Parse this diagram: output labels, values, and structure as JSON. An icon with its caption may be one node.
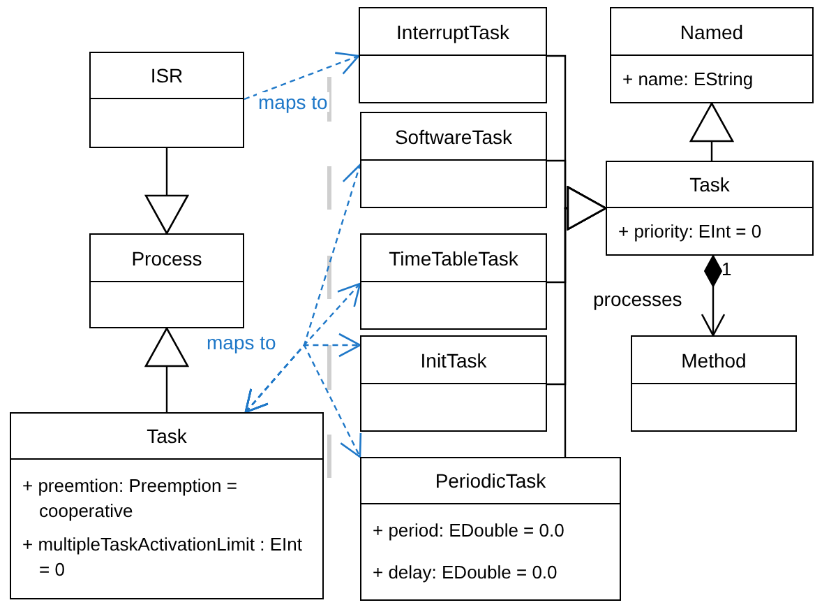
{
  "diagram": {
    "nodes": [
      {
        "text": [
          "ISR"
        ]
      },
      {
        "text": [
          "Process"
        ]
      },
      {
        "text": [
          "Task",
          "+ preemtion: Preemption = cooperative",
          "+ multipleTaskActivationLimit : EInt = 0"
        ]
      },
      {
        "text": [
          "InterruptTask"
        ]
      },
      {
        "text": [
          "SoftwareTask"
        ]
      },
      {
        "text": [
          "TimeTableTask"
        ]
      },
      {
        "text": [
          "InitTask"
        ]
      },
      {
        "text": [
          "PeriodicTask",
          "+ period: EDouble = 0.0",
          "+ delay: EDouble = 0.0"
        ]
      },
      {
        "text": [
          "Named",
          "+ name: EString"
        ]
      },
      {
        "text": [
          "Task",
          "+ priority: EInt = 0"
        ]
      },
      {
        "text": [
          "Method"
        ]
      }
    ],
    "edges": [
      {
        "from": 0,
        "to": 1,
        "arrow": "to"
      },
      {
        "from": 2,
        "to": 1,
        "arrow": "to"
      },
      {
        "from": 3,
        "to": 9,
        "arrow": "to"
      },
      {
        "from": 4,
        "to": 9,
        "arrow": "to"
      },
      {
        "from": 5,
        "to": 9,
        "arrow": "to"
      },
      {
        "from": 6,
        "to": 9,
        "arrow": "to"
      },
      {
        "from": 7,
        "to": 9,
        "arrow": "to"
      },
      {
        "from": 9,
        "to": 8,
        "arrow": "to"
      },
      {
        "from": 9,
        "to": 10,
        "arrow": "to",
        "label": "processes"
      },
      {
        "from": 0,
        "to": 3,
        "arrow": "to",
        "label": "maps to",
        "style": "dashed",
        "color": "#1f78c8"
      },
      {
        "from": 2,
        "to": 4,
        "arrow": "both",
        "style": "dashed",
        "color": "#1f78c8"
      },
      {
        "from": 2,
        "to": 5,
        "arrow": "both",
        "style": "dashed",
        "color": "#1f78c8"
      },
      {
        "from": 2,
        "to": 6,
        "arrow": "both",
        "label": "maps to",
        "style": "dashed",
        "color": "#1f78c8"
      },
      {
        "from": 2,
        "to": 7,
        "arrow": "both",
        "style": "dashed",
        "color": "#1f78c8"
      }
    ],
    "labels": [
      "1"
    ]
  }
}
